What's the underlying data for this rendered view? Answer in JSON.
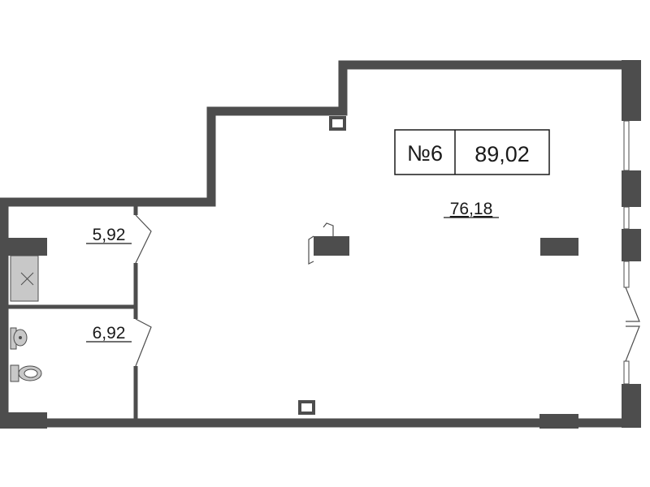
{
  "unit": {
    "number": "№6",
    "total_area": "89,02"
  },
  "rooms": [
    {
      "id": "main-room",
      "area": "76,18"
    },
    {
      "id": "utility-room",
      "area": "5,92"
    },
    {
      "id": "bathroom",
      "area": "6,92"
    }
  ],
  "colors": {
    "wall": "#4d4d4d",
    "fixture_fill": "#c8c8c8",
    "background": "#ffffff",
    "text": "#1a1a1a"
  }
}
